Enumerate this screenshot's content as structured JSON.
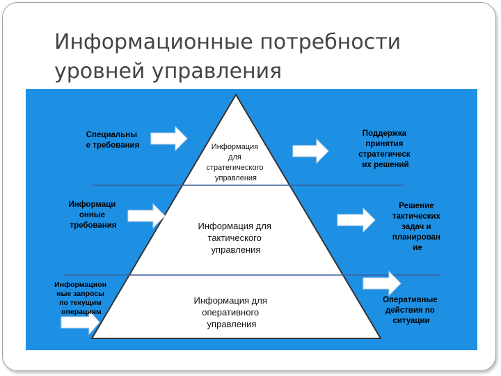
{
  "slide": {
    "title_line1": "Информационные потребности",
    "title_line2": "уровней управления"
  },
  "colors": {
    "background": "#1e90e4",
    "pyramid_fill": "#ffffff",
    "divider": "#3f5f9f",
    "arrow_fill": "#ffffff"
  },
  "diagram": {
    "left": [
      {
        "lines": [
          "Специальны",
          "е требования"
        ]
      },
      {
        "lines": [
          "Информаци",
          "онные",
          "требования"
        ]
      },
      {
        "lines": [
          "Информацион",
          "ные запросы",
          "по текущим",
          "операциям"
        ]
      }
    ],
    "pyramid": [
      {
        "lines": [
          "Информация",
          "для",
          "стратегического",
          "управления"
        ]
      },
      {
        "lines": [
          "Информация для",
          "тактического",
          "управления"
        ]
      },
      {
        "lines": [
          "Информация для",
          "оперативного",
          "управления"
        ]
      }
    ],
    "right": [
      {
        "lines": [
          "Поддержка",
          "принятия",
          "стратегическ",
          "их решений"
        ]
      },
      {
        "lines": [
          "Решение",
          "тактических",
          "задач и",
          "планирован",
          "ие"
        ]
      },
      {
        "lines": [
          "Оперативные",
          "действия по",
          "ситуации"
        ]
      }
    ]
  }
}
